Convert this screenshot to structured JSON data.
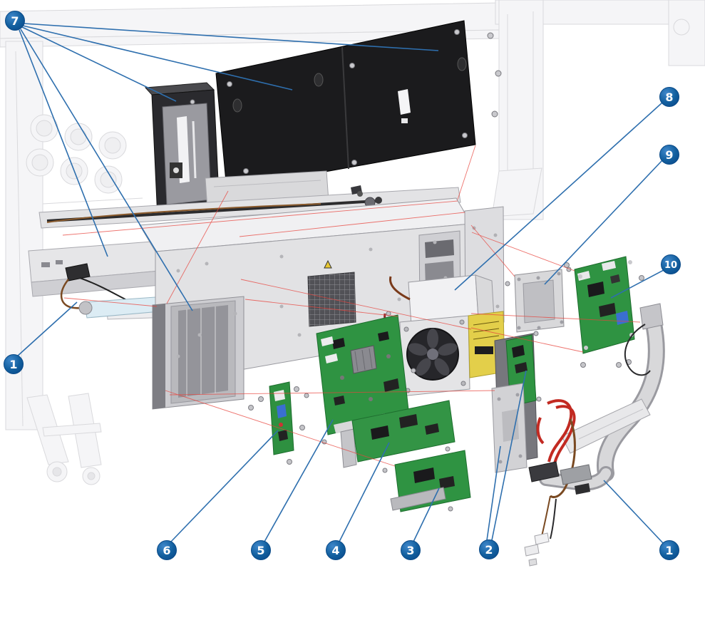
{
  "figure": {
    "callouts": {
      "c7": {
        "label": "7"
      },
      "c8": {
        "label": "8"
      },
      "c9": {
        "label": "9"
      },
      "c10": {
        "label": "10"
      },
      "c1_left": {
        "label": "1"
      },
      "c1_right": {
        "label": "1"
      },
      "c2": {
        "label": "2"
      },
      "c3": {
        "label": "3"
      },
      "c4": {
        "label": "4"
      },
      "c5": {
        "label": "5"
      },
      "c6": {
        "label": "6"
      }
    },
    "colors": {
      "callout_blue": "#0d5aa7",
      "leader_line_blue": "#2e6fae",
      "alignment_line_red": "#e8433c",
      "pcb_green": "#2f9342",
      "cover_black": "#1b1b1d",
      "chassis_gray": "#e2e2e4",
      "psu_label_yellow": "#e3cf4a",
      "cable_red": "#c22a22"
    }
  }
}
